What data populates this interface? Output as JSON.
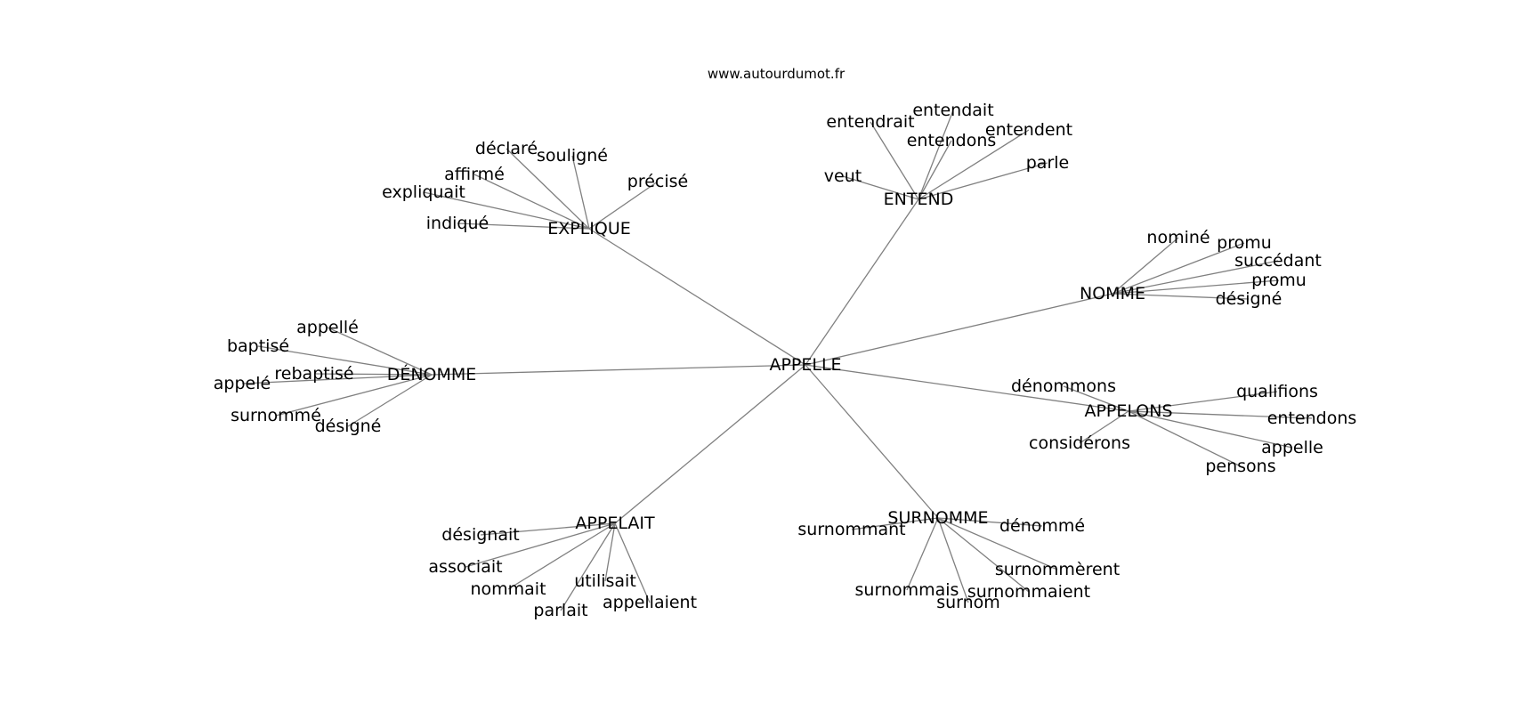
{
  "source": "www.autourdumot.fr",
  "graph": {
    "root": "APPELLE",
    "clusters": [
      {
        "hub": "EXPLIQUE",
        "leaves": [
          "déclaré",
          "souligné",
          "affirmé",
          "précisé",
          "expliquait",
          "indiqué"
        ]
      },
      {
        "hub": "ENTEND",
        "leaves": [
          "entendait",
          "entendrait",
          "entendent",
          "entendons",
          "veut",
          "parle"
        ]
      },
      {
        "hub": "NOMME",
        "leaves": [
          "nominé",
          "promu",
          "succédant",
          "promu",
          "désigné"
        ]
      },
      {
        "hub": "DÉNOMME",
        "leaves": [
          "appellé",
          "baptisé",
          "rebaptisé",
          "appelé",
          "surnommé",
          "désigné"
        ]
      },
      {
        "hub": "APPELONS",
        "leaves": [
          "dénommons",
          "qualifions",
          "entendons",
          "considérons",
          "appelle",
          "pensons"
        ]
      },
      {
        "hub": "APPELAIT",
        "leaves": [
          "désignait",
          "associait",
          "nommait",
          "utilisait",
          "parlait",
          "appellaient"
        ]
      },
      {
        "hub": "SURNOMME",
        "leaves": [
          "surnommant",
          "dénommé",
          "surnommèrent",
          "surnommais",
          "surnommaient",
          "surnom"
        ]
      }
    ]
  }
}
